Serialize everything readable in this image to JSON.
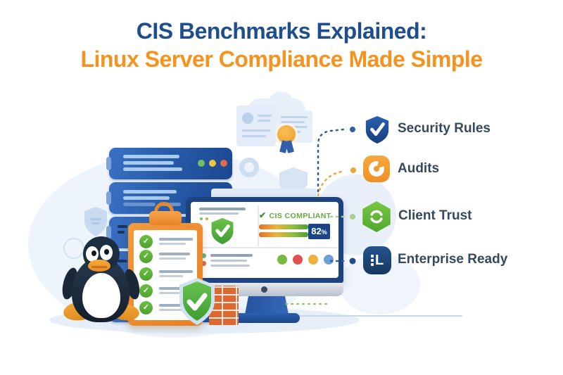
{
  "header": {
    "title": "CIS Benchmarks Explained:",
    "subtitle": "Linux Server Compliance Made Simple",
    "title_color": "#1e4e8c",
    "subtitle_color": "#f6921e"
  },
  "illustration": {
    "server": {
      "status_dot_colors": [
        "#72bf68",
        "#eec33e",
        "#df6a48"
      ]
    },
    "monitor": {
      "compliance_check_glyph": "✔",
      "compliance_label": "CIS COMPLIANT",
      "score": "82",
      "score_suffix": "%",
      "status_circle_colors": [
        "#76b943",
        "#e05252",
        "#efb13e",
        "#6f9fd8"
      ]
    },
    "checklist": {
      "checked_items": 5,
      "check_glyph": "✓"
    },
    "mascot": "tux-linux-penguin",
    "accent_colors": {
      "server_blue": "#2558a5",
      "monitor_navy": "#1d4480",
      "clipboard_orange": "#e8832a",
      "shield_green": "#4fa22e",
      "brick_orange": "#df6730"
    }
  },
  "features": [
    {
      "label": "Security Rules",
      "icon": "shield-check-icon",
      "icon_color": "#1e4f99",
      "dot_color": "#2e5fa3"
    },
    {
      "label": "Audits",
      "icon": "pie-chart-icon",
      "icon_color": "#f49a30",
      "dot_color": "#f0a03c"
    },
    {
      "label": "Client Trust",
      "icon": "refresh-sync-icon",
      "icon_color": "#67bd3a",
      "dot_color": "#abd094"
    },
    {
      "label": "Enterprise Ready",
      "icon": "enterprise-building-icon",
      "icon_color": "#1d4474",
      "dot_color": "#1d4e96",
      "glyph": "L"
    }
  ]
}
